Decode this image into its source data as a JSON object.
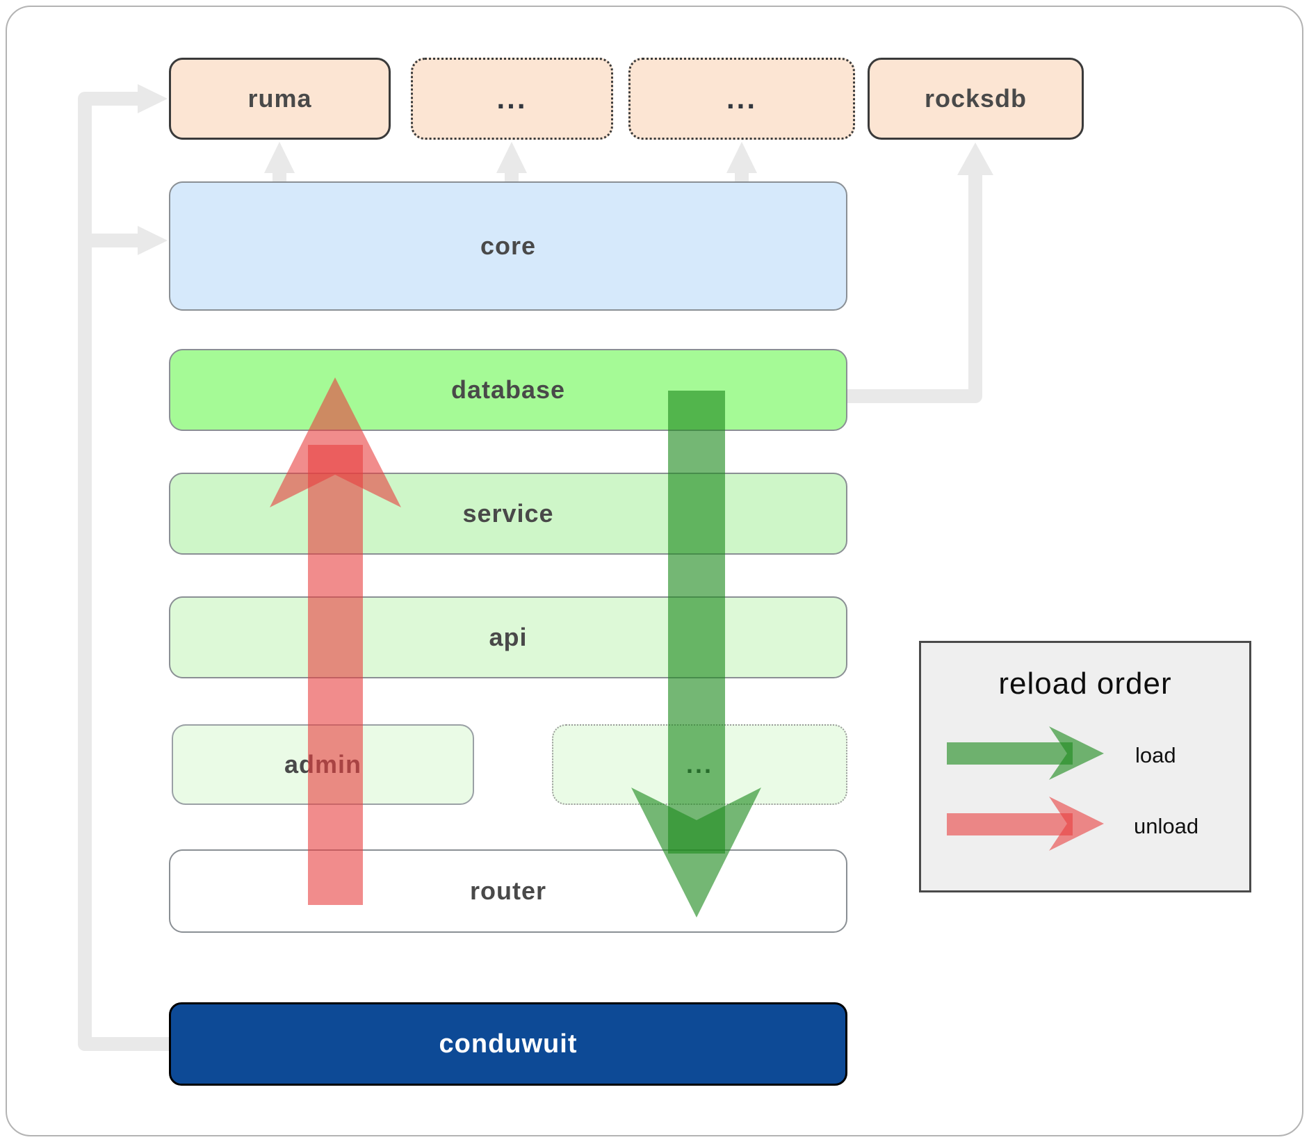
{
  "diagram": {
    "boxes": {
      "ruma": "ruma",
      "top_ellipsis_1": "...",
      "top_ellipsis_2": "...",
      "rocksdb": "rocksdb",
      "core": "core",
      "database": "database",
      "service": "service",
      "api": "api",
      "admin": "admin",
      "bottom_ellipsis": "...",
      "router": "router",
      "conduwuit": "conduwuit"
    },
    "legend": {
      "title": "reload order",
      "items": [
        {
          "id": "load",
          "label": "load",
          "color": "#1f8b1f"
        },
        {
          "id": "unload",
          "label": "unload",
          "color": "#e84040"
        }
      ]
    },
    "colors": {
      "connector": "#e9e9e9",
      "load_arrow": "#1f8b1f",
      "unload_arrow": "#e84040",
      "peach": "#fce5d3",
      "core": "#d6e9fb",
      "database": "#a5fa96",
      "service": "#cef6c8",
      "api": "#ddf9d7",
      "admin": "#eafbe6",
      "router": "#ffffff",
      "conduwuit": "#0d4a96",
      "legend_bg": "#efefef"
    }
  }
}
